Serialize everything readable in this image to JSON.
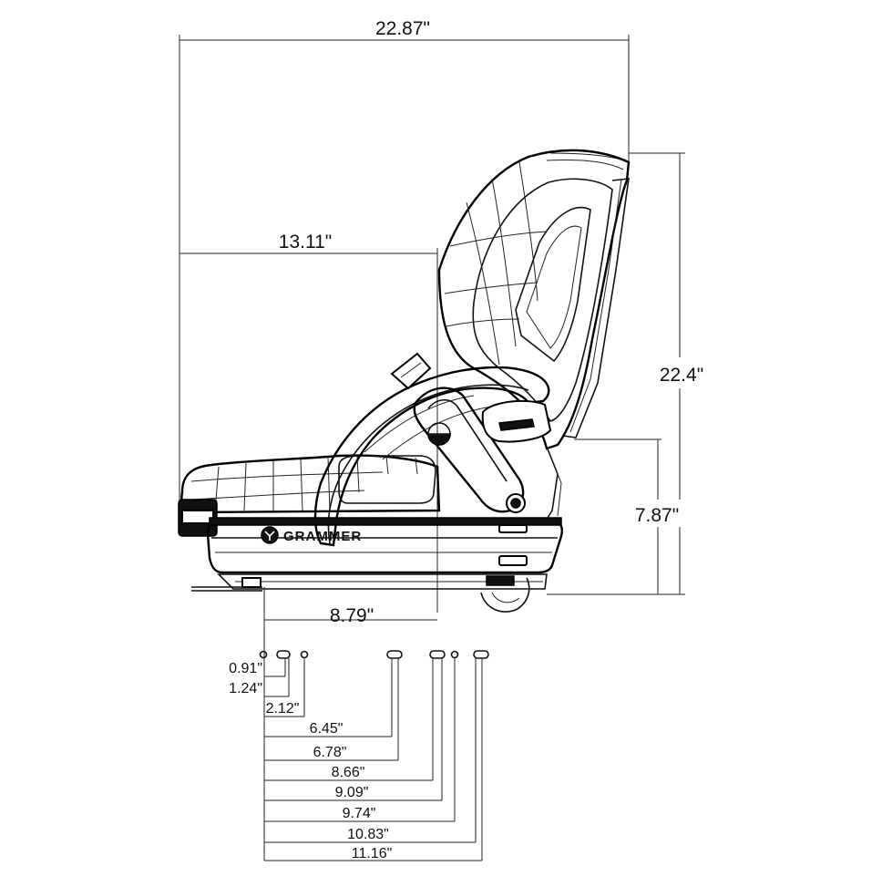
{
  "dimensions": {
    "overall_depth": "22.87\"",
    "seat_to_backrest": "13.11\"",
    "overall_height": "22.4\"",
    "base_height": "7.87\"",
    "rail_span": "8.79\""
  },
  "brand": "GRAMMER",
  "mounting_holes": [
    "0.91\"",
    "1.24\"",
    "2.12\"",
    "6.45\"",
    "6.78\"",
    "8.66\"",
    "9.09\"",
    "9.74\"",
    "10.83\"",
    "11.16\""
  ]
}
